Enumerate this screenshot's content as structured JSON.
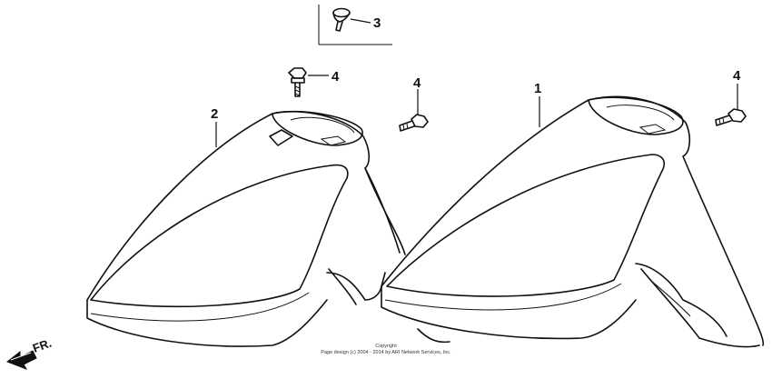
{
  "callouts": {
    "part_1": "1",
    "part_2": "2",
    "part_3": "3",
    "part_4a": "4",
    "part_4b": "4",
    "part_4c": "4"
  },
  "direction": {
    "label": "FR."
  },
  "copyright": {
    "line1": "Copyright",
    "line2": "Page design (c) 2004 - 2014 by ARI Network Services, Inc."
  }
}
